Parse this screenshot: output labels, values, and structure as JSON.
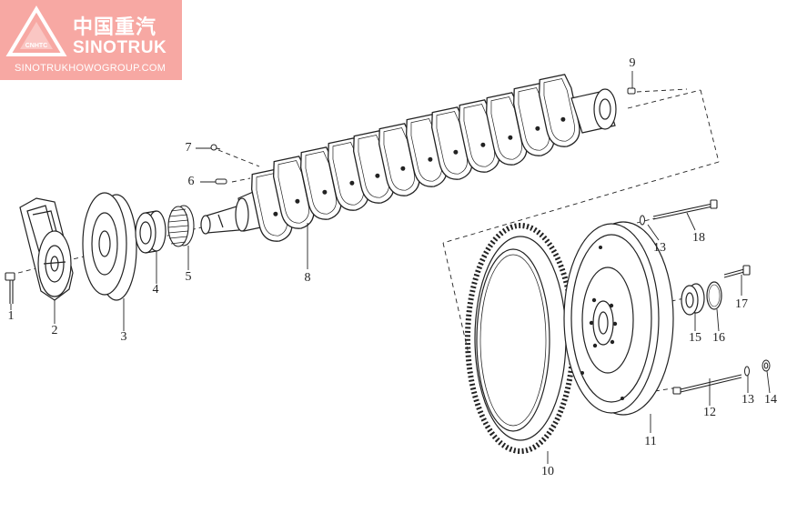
{
  "brand": {
    "chinese_name": "中国重汽",
    "english_name": "SINOTRUK",
    "website": "SINOTRUKHOWOGROUP.COM",
    "emblem_text": "CNHTC",
    "background_color": "#f7a8a3",
    "text_color": "#ffffff"
  },
  "diagram": {
    "line_color": "#222222",
    "callouts": [
      {
        "id": "1",
        "label": "1"
      },
      {
        "id": "2",
        "label": "2"
      },
      {
        "id": "3",
        "label": "3"
      },
      {
        "id": "4",
        "label": "4"
      },
      {
        "id": "5",
        "label": "5"
      },
      {
        "id": "6",
        "label": "6"
      },
      {
        "id": "7",
        "label": "7"
      },
      {
        "id": "8",
        "label": "8"
      },
      {
        "id": "9",
        "label": "9"
      },
      {
        "id": "10",
        "label": "10"
      },
      {
        "id": "11",
        "label": "11"
      },
      {
        "id": "12",
        "label": "12"
      },
      {
        "id": "13a",
        "label": "13"
      },
      {
        "id": "13b",
        "label": "13"
      },
      {
        "id": "14",
        "label": "14"
      },
      {
        "id": "15",
        "label": "15"
      },
      {
        "id": "16",
        "label": "16"
      },
      {
        "id": "17",
        "label": "17"
      },
      {
        "id": "18",
        "label": "18"
      }
    ]
  }
}
